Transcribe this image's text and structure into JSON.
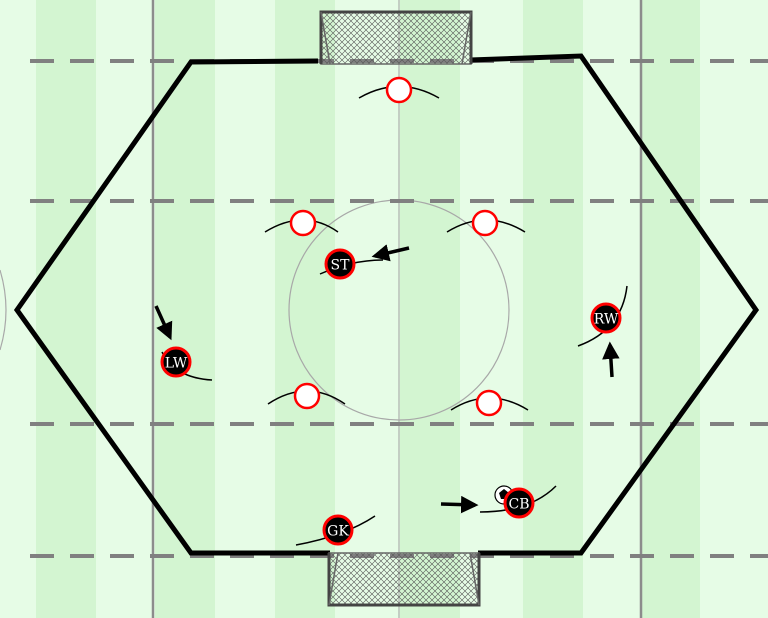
{
  "diagram": {
    "colors": {
      "stripe_light": "#e6fce6",
      "stripe_dark": "#d3f5d1",
      "boundary": "#000000",
      "zone_line": "#808080",
      "player_fill": "#000000",
      "player_outline": "#ff0000",
      "cone_fill": "#ffffff",
      "player_label": "#ffffff"
    },
    "players": [
      {
        "id": "st",
        "label": "ST"
      },
      {
        "id": "lw",
        "label": "LW"
      },
      {
        "id": "rw",
        "label": "RW"
      },
      {
        "id": "cb",
        "label": "CB"
      },
      {
        "id": "gk",
        "label": "GK"
      }
    ],
    "cones": [
      "top",
      "upper-left",
      "upper-right",
      "lower-left",
      "lower-right"
    ],
    "goals": [
      "top-goal",
      "bottom-goal"
    ],
    "ball": "football"
  }
}
